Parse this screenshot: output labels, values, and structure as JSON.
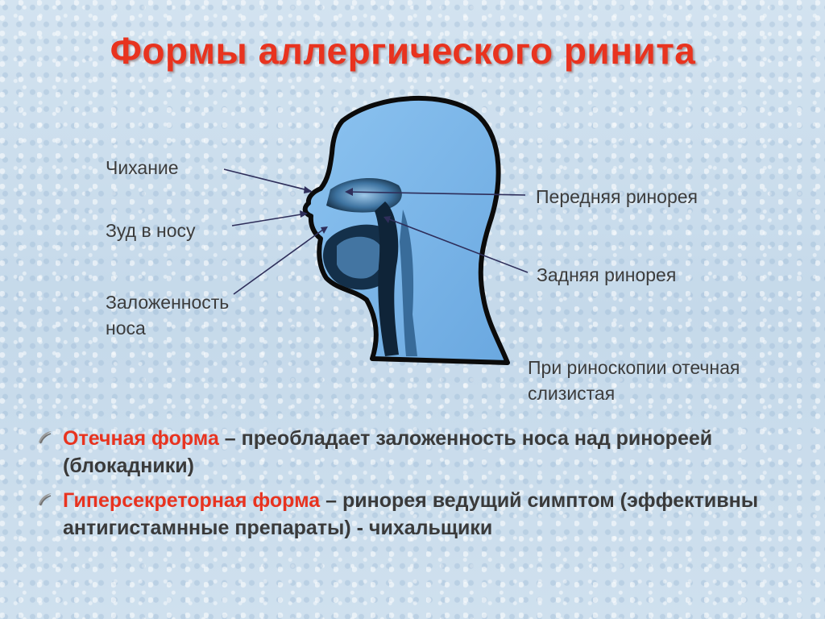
{
  "title": "Формы аллергического ринита",
  "figure": {
    "labels": {
      "sneezing": "Чихание",
      "itch": "Зуд в носу",
      "congestion_line1": "Заложенность",
      "congestion_line2": "носа",
      "anterior": "Передняя ринорея",
      "posterior": "Задняя ринорея",
      "rhinoscopy_line1": "При риноскопии отечная",
      "rhinoscopy_line2": "слизистая"
    }
  },
  "bullets": [
    {
      "term": "Отечная форма",
      "text": " – преобладает заложенность носа над ринореей (блокадники)"
    },
    {
      "term": "Гиперсекреторная форма",
      "text": " – ринорея ведущий симптом (эффективны антигистамнные препараты) - чихальщики"
    }
  ],
  "colors": {
    "title": "#e8331f",
    "accent": "#e8331f",
    "body_text": "#3a3a3a",
    "head_fill": "#7fb8ea"
  }
}
